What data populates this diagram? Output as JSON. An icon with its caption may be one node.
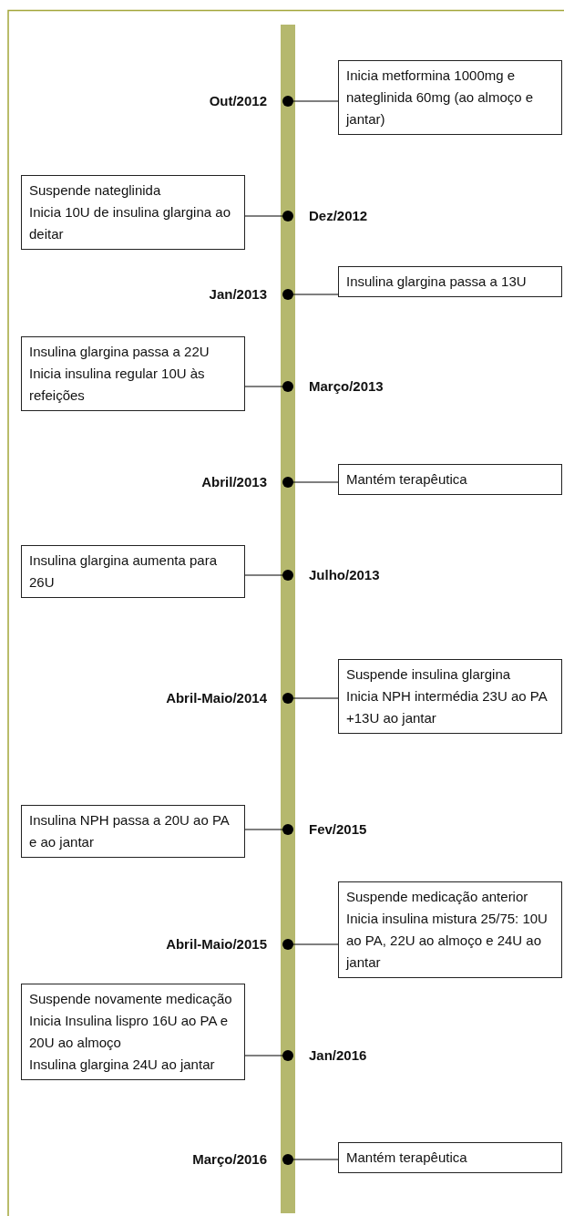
{
  "diagram": {
    "nodes": [
      {
        "text": [
          "Out/2012"
        ]
      },
      {
        "text": [
          "Inicia metformina 1000mg e nateglinida 60mg (ao almoço e jantar)"
        ]
      },
      {
        "text": [
          "Suspende nateglinida",
          "Inicia 10U de insulina glargina ao deitar"
        ]
      },
      {
        "text": [
          "Dez/2012"
        ]
      },
      {
        "text": [
          "Jan/2013"
        ]
      },
      {
        "text": [
          "Insulina glargina passa a 13U"
        ]
      },
      {
        "text": [
          "Insulina glargina passa a 22U",
          "Inicia insulina regular 10U às refeições"
        ]
      },
      {
        "text": [
          "Março/2013"
        ]
      },
      {
        "text": [
          "Abril/2013"
        ]
      },
      {
        "text": [
          "Mantém terapêutica"
        ]
      },
      {
        "text": [
          "Insulina glargina aumenta para 26U"
        ]
      },
      {
        "text": [
          "Julho/2013"
        ]
      },
      {
        "text": [
          "Abril-Maio/2014"
        ]
      },
      {
        "text": [
          "Suspende insulina glargina",
          "Inicia NPH intermédia 23U ao PA +13U ao jantar"
        ]
      },
      {
        "text": [
          "Insulina NPH passa a 20U ao PA e ao jantar"
        ]
      },
      {
        "text": [
          "Fev/2015"
        ]
      },
      {
        "text": [
          "Abril-Maio/2015"
        ]
      },
      {
        "text": [
          "Suspende medicação anterior",
          "Inicia insulina mistura 25/75: 10U ao PA, 22U ao almoço e 24U ao jantar"
        ]
      },
      {
        "text": [
          "Suspende novamente medicação",
          "Inicia Insulina lispro 16U ao PA e 20U ao almoço",
          "Insulina glargina 24U ao jantar"
        ]
      },
      {
        "text": [
          "Jan/2016"
        ]
      },
      {
        "text": [
          "Março/2016"
        ]
      },
      {
        "text": [
          "Mantém terapêutica"
        ]
      },
      {
        "text": [],
        "shape": "bar"
      }
    ],
    "edges": [
      {
        "from": 0,
        "to": 1,
        "arrow": "other"
      },
      {
        "from": 3,
        "to": 2,
        "arrow": "other"
      },
      {
        "from": 4,
        "to": 5,
        "arrow": "other"
      },
      {
        "from": 7,
        "to": 6,
        "arrow": "other"
      },
      {
        "from": 8,
        "to": 9,
        "arrow": "other"
      },
      {
        "from": 11,
        "to": 10,
        "arrow": "other"
      },
      {
        "from": 12,
        "to": 13,
        "arrow": "other"
      },
      {
        "from": 15,
        "to": 14,
        "arrow": "other"
      },
      {
        "from": 16,
        "to": 17,
        "arrow": "other"
      },
      {
        "from": 19,
        "to": 18,
        "arrow": "other"
      },
      {
        "from": 20,
        "to": 21,
        "arrow": "other"
      }
    ]
  }
}
